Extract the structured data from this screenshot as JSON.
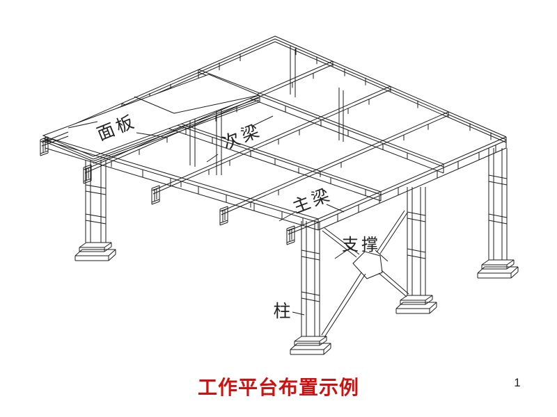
{
  "slide": {
    "title": "工作平台布置示例",
    "title_color": "#cc1111",
    "page_number": "1",
    "background_color": "#ffffff",
    "line_color": "#1b1b1b"
  },
  "diagram": {
    "type": "isometric structural steel work-platform drawing",
    "labels": {
      "deck": "面板",
      "secondary_beam": "次梁",
      "main_beam": "主梁",
      "bracing": "支撑",
      "column": "柱"
    }
  }
}
